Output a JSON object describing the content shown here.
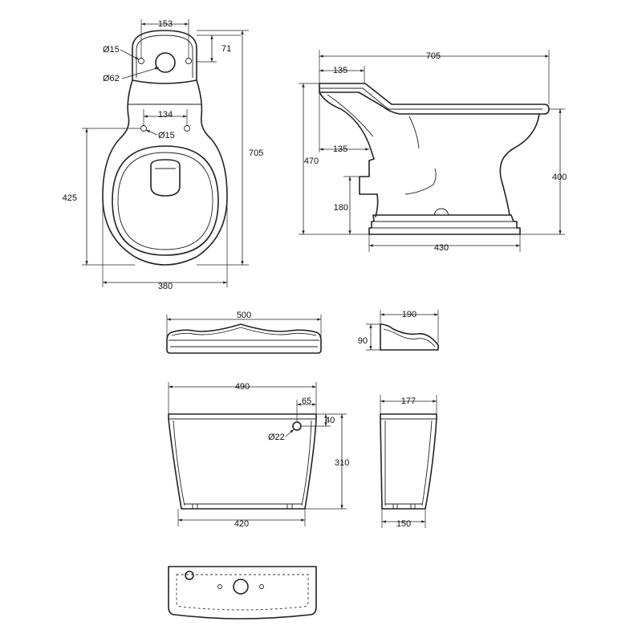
{
  "front_view": {
    "cistern_hole_spacing": "153",
    "overflow_height": "71",
    "hole_diameter": "Ø15",
    "outlet_diameter": "Ø62",
    "fixing_hole_spacing": "134",
    "fixing_hole_diameter": "Ø15",
    "overall_length": "705",
    "pan_depth": "425",
    "overall_width": "380"
  },
  "side_view": {
    "overall_length": "705",
    "inlet_setback_top": "135",
    "inlet_setback_lower": "135",
    "rim_height": "470",
    "outlet_height": "180",
    "seat_height": "400",
    "base_length": "430"
  },
  "cistern_lid": {
    "front_width": "500",
    "side_depth": "190",
    "side_height": "90"
  },
  "cistern": {
    "top_width": "490",
    "button_offset": "65",
    "button_drop": "40",
    "button_diameter": "Ø22",
    "height": "310",
    "base_width": "420",
    "side_top_depth": "177",
    "side_base_depth": "150"
  }
}
